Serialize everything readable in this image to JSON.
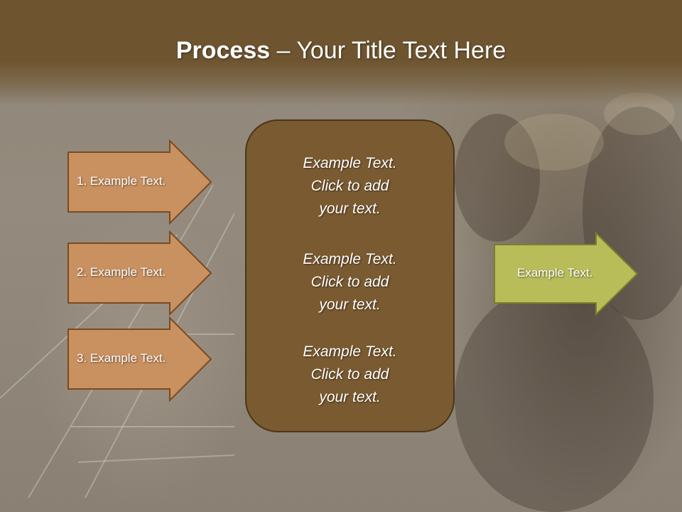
{
  "slide": {
    "title_bold": "Process",
    "title_rest": " – Your Title Text Here"
  },
  "left_arrows": [
    {
      "label": "1. Example Text."
    },
    {
      "label": "2. Example Text."
    },
    {
      "label": "3. Example Text."
    }
  ],
  "center_box": {
    "blocks": [
      {
        "line1": "Example Text.",
        "line2": "Click  to add",
        "line3": "your text."
      },
      {
        "line1": "Example Text.",
        "line2": "Click  to add",
        "line3": "your text."
      },
      {
        "line1": "Example Text.",
        "line2": "Click  to add",
        "line3": "your text."
      }
    ]
  },
  "right_arrow": {
    "label": "Example Text."
  },
  "colors": {
    "header": "#6e5530",
    "left_arrow_fill": "#c99060",
    "left_arrow_stroke": "#7a4a20",
    "center_fill": "#7a5a30",
    "right_arrow_fill": "#b8bd5a",
    "right_arrow_stroke": "#7c7f2a"
  }
}
